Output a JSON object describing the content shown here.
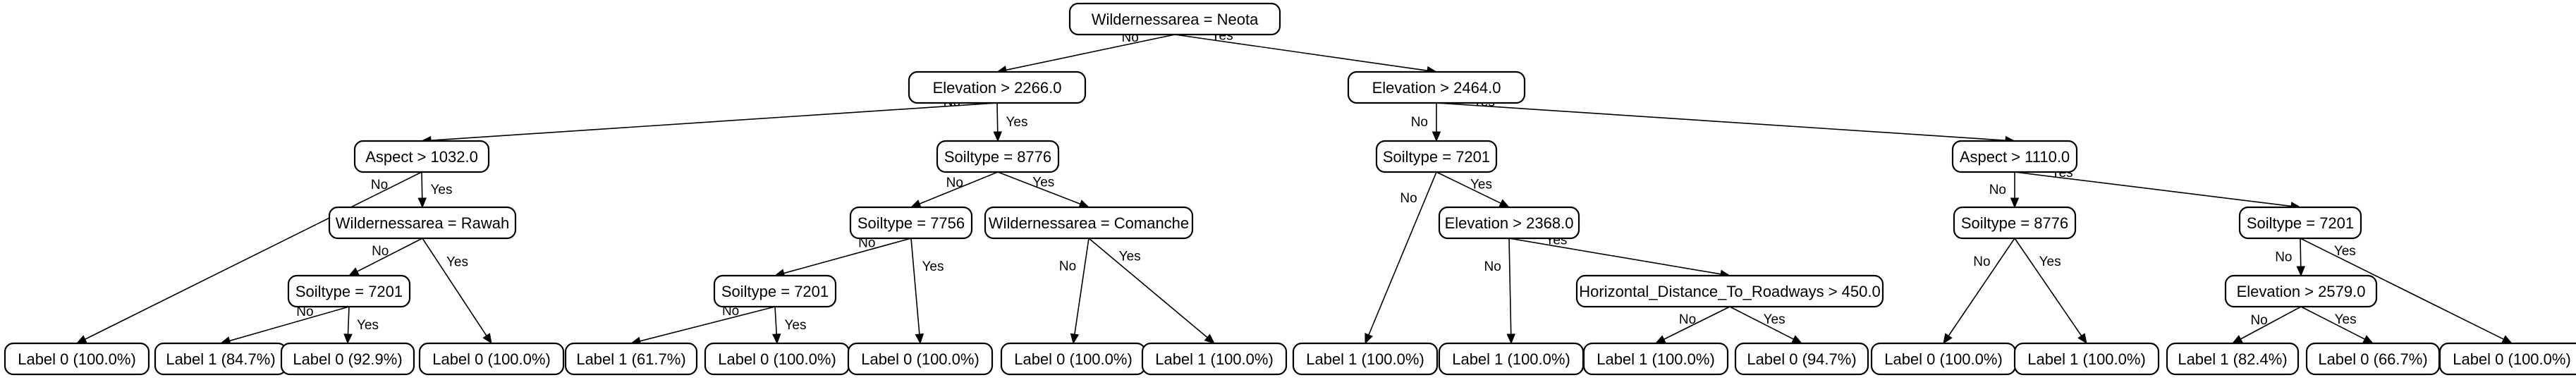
{
  "tree": {
    "nodes": [
      {
        "id": "n0",
        "label": "Wildernessarea = Neota"
      },
      {
        "id": "n1",
        "label": "Elevation > 2266.0"
      },
      {
        "id": "n2",
        "label": "Elevation > 2464.0"
      },
      {
        "id": "n3",
        "label": "Aspect > 1032.0"
      },
      {
        "id": "n4",
        "label": "Soiltype = 8776"
      },
      {
        "id": "n5",
        "label": "Soiltype = 7201"
      },
      {
        "id": "n6",
        "label": "Aspect > 1110.0"
      },
      {
        "id": "n7",
        "label": "Wildernessarea = Rawah"
      },
      {
        "id": "n8",
        "label": "Soiltype = 7756"
      },
      {
        "id": "n9",
        "label": "Wildernessarea = Comanche"
      },
      {
        "id": "n10",
        "label": "Elevation > 2368.0"
      },
      {
        "id": "n11",
        "label": "Soiltype = 8776"
      },
      {
        "id": "n12",
        "label": "Soiltype = 7201"
      },
      {
        "id": "n13",
        "label": "Soiltype = 7201"
      },
      {
        "id": "n14",
        "label": "Soiltype = 7201"
      },
      {
        "id": "n15",
        "label": "Horizontal_Distance_To_Roadways > 450.0"
      },
      {
        "id": "n16",
        "label": "Elevation > 2579.0"
      },
      {
        "id": "l1",
        "label": "Label 0 (100.0%)"
      },
      {
        "id": "l2",
        "label": "Label 1 (84.7%)"
      },
      {
        "id": "l3",
        "label": "Label 0 (92.9%)"
      },
      {
        "id": "l4",
        "label": "Label 0 (100.0%)"
      },
      {
        "id": "l5",
        "label": "Label 1 (61.7%)"
      },
      {
        "id": "l6",
        "label": "Label 0 (100.0%)"
      },
      {
        "id": "l7",
        "label": "Label 0 (100.0%)"
      },
      {
        "id": "l8",
        "label": "Label 0 (100.0%)"
      },
      {
        "id": "l9",
        "label": "Label 1 (100.0%)"
      },
      {
        "id": "l10",
        "label": "Label 1 (100.0%)"
      },
      {
        "id": "l11",
        "label": "Label 1 (100.0%)"
      },
      {
        "id": "l12",
        "label": "Label 1 (100.0%)"
      },
      {
        "id": "l13",
        "label": "Label 0 (94.7%)"
      },
      {
        "id": "l14",
        "label": "Label 0 (100.0%)"
      },
      {
        "id": "l15",
        "label": "Label 1 (100.0%)"
      },
      {
        "id": "l16",
        "label": "Label 1 (82.4%)"
      },
      {
        "id": "l17",
        "label": "Label 0 (66.7%)"
      },
      {
        "id": "l18",
        "label": "Label 0 (100.0%)"
      }
    ],
    "edges": [
      {
        "from": "n0",
        "to": "n1",
        "label": "No"
      },
      {
        "from": "n0",
        "to": "n2",
        "label": "Yes"
      },
      {
        "from": "n1",
        "to": "n3",
        "label": "No"
      },
      {
        "from": "n1",
        "to": "n4",
        "label": "Yes"
      },
      {
        "from": "n2",
        "to": "n5",
        "label": "No"
      },
      {
        "from": "n2",
        "to": "n6",
        "label": "Yes"
      },
      {
        "from": "n3",
        "to": "l1",
        "label": "No"
      },
      {
        "from": "n3",
        "to": "n7",
        "label": "Yes"
      },
      {
        "from": "n7",
        "to": "n13",
        "label": "No"
      },
      {
        "from": "n7",
        "to": "l4",
        "label": "Yes"
      },
      {
        "from": "n13",
        "to": "l2",
        "label": "No"
      },
      {
        "from": "n13",
        "to": "l3",
        "label": "Yes"
      },
      {
        "from": "n4",
        "to": "n8",
        "label": "No"
      },
      {
        "from": "n4",
        "to": "n9",
        "label": "Yes"
      },
      {
        "from": "n8",
        "to": "n14",
        "label": "No"
      },
      {
        "from": "n8",
        "to": "l7",
        "label": "Yes"
      },
      {
        "from": "n14",
        "to": "l5",
        "label": "No"
      },
      {
        "from": "n14",
        "to": "l6",
        "label": "Yes"
      },
      {
        "from": "n9",
        "to": "l8",
        "label": "No"
      },
      {
        "from": "n9",
        "to": "l9",
        "label": "Yes"
      },
      {
        "from": "n5",
        "to": "l10",
        "label": "No"
      },
      {
        "from": "n5",
        "to": "n10",
        "label": "Yes"
      },
      {
        "from": "n10",
        "to": "l11",
        "label": "No"
      },
      {
        "from": "n10",
        "to": "n15",
        "label": "Yes"
      },
      {
        "from": "n15",
        "to": "l12",
        "label": "No"
      },
      {
        "from": "n15",
        "to": "l13",
        "label": "Yes"
      },
      {
        "from": "n6",
        "to": "n11",
        "label": "No"
      },
      {
        "from": "n6",
        "to": "n12",
        "label": "Yes"
      },
      {
        "from": "n11",
        "to": "l14",
        "label": "No"
      },
      {
        "from": "n11",
        "to": "l15",
        "label": "Yes"
      },
      {
        "from": "n12",
        "to": "n16",
        "label": "No"
      },
      {
        "from": "n12",
        "to": "l18",
        "label": "Yes"
      },
      {
        "from": "n16",
        "to": "l16",
        "label": "No"
      },
      {
        "from": "n16",
        "to": "l17",
        "label": "Yes"
      }
    ]
  }
}
